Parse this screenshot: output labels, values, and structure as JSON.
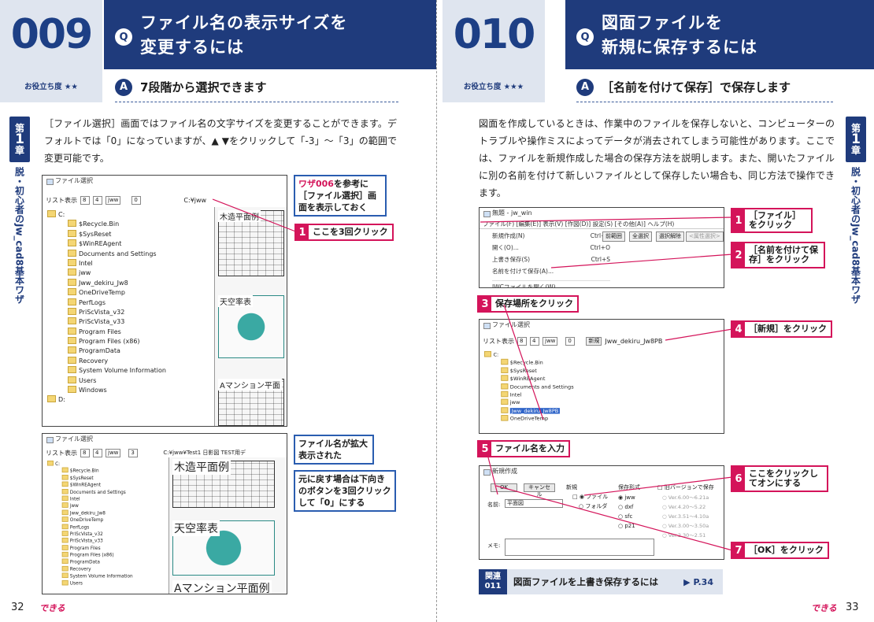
{
  "left": {
    "q_number": "009",
    "q_badge": "Q",
    "q_title_line1": "ファイル名の表示サイズを",
    "q_title_line2": "変更するには",
    "usefulness": "お役立ち度 ★★",
    "a_badge": "A",
    "answer": "7段階から選択できます",
    "side_chapter_top": "第",
    "side_chapter_num": "1",
    "side_chapter_bottom": "章",
    "side_text": "脱・初心者のJw_cad8基本ワザ",
    "body": "［ファイル選択］画面ではファイル名の文字サイズを変更することができます。デフォルトでは「0」になっていますが、▲ ▼をクリックして「-3」～「3」の範囲で変更可能です。",
    "shot1": {
      "title": "ファイル選択",
      "list_label": "リスト表示",
      "val1": "8",
      "val2": "4",
      "ext": "jww",
      "size": "0",
      "path": "C:¥jww",
      "tree": [
        "C:",
        "$Recycle.Bin",
        "$SysReset",
        "$WinREAgent",
        "Documents and Settings",
        "Intel",
        "jww",
        "Jww_dekiru_Jw8",
        "OneDriveTemp",
        "PerfLogs",
        "PriScVista_v32",
        "PriScVista_v33",
        "Program Files",
        "Program Files (x86)",
        "ProgramData",
        "Recovery",
        "System Volume Information",
        "Users",
        "Windows",
        "D:"
      ],
      "preview1": "木造平面例",
      "preview2": "天空率表",
      "preview3": "Aマンション平面"
    },
    "shot2": {
      "title": "ファイル選択",
      "list_label": "リスト表示",
      "val1": "8",
      "val2": "4",
      "ext": "jww",
      "size": "3",
      "path": "C:¥jww¥Test1  日影図  TEST用デ",
      "tree": [
        "C:",
        "$Recycle.Bin",
        "$SysReset",
        "$WinREAgent",
        "Documents and Settings",
        "Intel",
        "jww",
        "Jww_dekiru_Jw8",
        "OneDriveTemp",
        "PerfLogs",
        "PriScVista_v32",
        "PriScVista_v33",
        "Program Files",
        "Program Files (x86)",
        "ProgramData",
        "Recovery",
        "System Volume Information",
        "Users"
      ],
      "preview1": "木造平面例",
      "preview2": "天空率表",
      "preview3": "Aマンション平面例"
    },
    "callout_waza_red": "ワザ006",
    "callout_waza_rest": "を参考に［ファイル選択］画面を表示しておく",
    "step1_num": "1",
    "step1": "ここを3回クリック",
    "callout_enlarged": "ファイル名が拡大表示された",
    "callout_restore": "元に戻す場合は下向きのボタンを3回クリックして「0」にする",
    "page_number": "32",
    "brand": "できる"
  },
  "right": {
    "q_number": "010",
    "q_badge": "Q",
    "q_title_line1": "図面ファイルを",
    "q_title_line2": "新規に保存するには",
    "usefulness": "お役立ち度 ★★★",
    "a_badge": "A",
    "answer": "［名前を付けて保存］で保存します",
    "side_chapter_top": "第",
    "side_chapter_num": "1",
    "side_chapter_bottom": "章",
    "side_text": "脱・初心者のJw_cad8基本ワザ",
    "body": "図面を作成しているときは、作業中のファイルを保存しないと、コンピューターのトラブルや操作ミスによってデータが消去されてしまう可能性があります。ここでは、ファイルを新規作成した場合の保存方法を説明します。また、開いたファイルに別の名前を付けて新しいファイルとして保存したい場合も、同じ方法で操作できます。",
    "shot_menu": {
      "title": "無題 - jw_win",
      "menubar": "ファイル(F)  [編集(E)]  表示(V)  [作図(D)]  設定(S)  [その他(A)]  ヘルプ(H)",
      "items": [
        {
          "label": "新規作成(N)",
          "key": "Ctrl+N"
        },
        {
          "label": "開く(O)...",
          "key": "Ctrl+O"
        },
        {
          "label": "上書き保存(S)",
          "key": "Ctrl+S"
        },
        {
          "label": "名前を付けて保存(A)...",
          "key": ""
        },
        {
          "label": "JWCファイルを開く(W)",
          "key": ""
        }
      ],
      "btn_front": "前範囲",
      "btn_all": "全選択",
      "btn_release": "選択解除",
      "btn_attr": "<属性選択>"
    },
    "shot_select": {
      "title": "ファイル選択",
      "list_label": "リスト表示",
      "val1": "8",
      "val2": "4",
      "ext": "jww",
      "size": "0",
      "new_btn": "新規",
      "path": "Jww_dekiru_Jw8PB",
      "tree": [
        "C:",
        "$Recycle.Bin",
        "$SysReset",
        "$WinREAgent",
        "Documents and Settings",
        "Intel",
        "jww",
        "Jww_dekiru_Jw8PB",
        "OneDriveTemp"
      ]
    },
    "shot_new": {
      "title": "新規作成",
      "ok": "OK",
      "cancel": "キャンセル",
      "new_label": "新規",
      "opt_file": "ファイル",
      "opt_folder": "フォルダ",
      "format_label": "保存形式",
      "formats": [
        "jww",
        "dxf",
        "sfc",
        "p21"
      ],
      "old_label": "旧バージョンで保存",
      "versions": [
        "Ver.6.00～6.21a",
        "Ver.4.20～5.22",
        "Ver.3.51～4.10a",
        "Ver.3.00～3.50a",
        "Ver.2.30～2.51"
      ],
      "name_label": "名前:",
      "name_value": "平面図",
      "memo_label": "メモ:"
    },
    "step1_num": "1",
    "step1": "［ファイル］をクリック",
    "step2_num": "2",
    "step2": "［名前を付けて保存］をクリック",
    "step3_num": "3",
    "step3": "保存場所をクリック",
    "step4_num": "4",
    "step4": "［新規］をクリック",
    "step5_num": "5",
    "step5": "ファイル名を入力",
    "step6_num": "6",
    "step6": "ここをクリックしてオンにする",
    "step7_num": "7",
    "step7": "［OK］をクリック",
    "related_tag1": "関連",
    "related_tag2": "011",
    "related_title": "図面ファイルを上書き保存するには",
    "related_page": "▶ P.34",
    "page_number": "33",
    "brand": "できる"
  }
}
